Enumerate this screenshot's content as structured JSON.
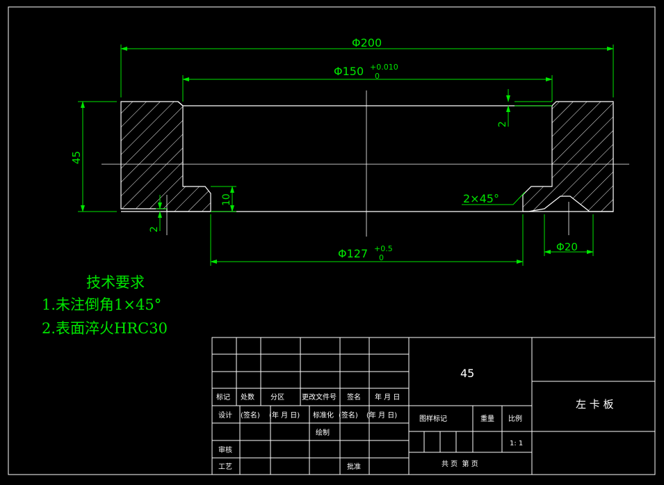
{
  "dimensions": {
    "outer_diameter": "Φ200",
    "inner_diameter": "Φ150",
    "inner_tol_upper": "+0.010",
    "inner_tol_lower": "0",
    "height": "45",
    "step_depth": "2",
    "groove_height": "10",
    "bottom_chamfer_left": "2",
    "chamfer": "2×45°",
    "bore_diameter": "Φ127",
    "bore_tol_upper": "+0.5",
    "bore_tol_lower": "0",
    "hole_diameter": "Φ20"
  },
  "tech_requirements": {
    "title": "技术要求",
    "item1": "1.未注倒角1×45°",
    "item2": "2.表面淬火HRC30"
  },
  "title_block": {
    "material": "45",
    "part_name": "左 卡 板",
    "rev_headers": {
      "mark": "标记",
      "count": "处数",
      "zone": "分区",
      "doc_no": "更改文件号",
      "sign": "签名",
      "date": "年 月 日"
    },
    "row_design": {
      "design": "设计",
      "sign1": "(签名)",
      "date1": "(年 月 日)",
      "std": "标准化",
      "sign2": "(签名)",
      "date2": "(年 月 日)"
    },
    "drawn": "绘制",
    "review": "审核",
    "process": "工艺",
    "approve": "批准",
    "pattern_mark": "图样标记",
    "weight": "重量",
    "scale_label": "比例",
    "scale": "1: 1",
    "sheets": "共 页  第 页"
  }
}
